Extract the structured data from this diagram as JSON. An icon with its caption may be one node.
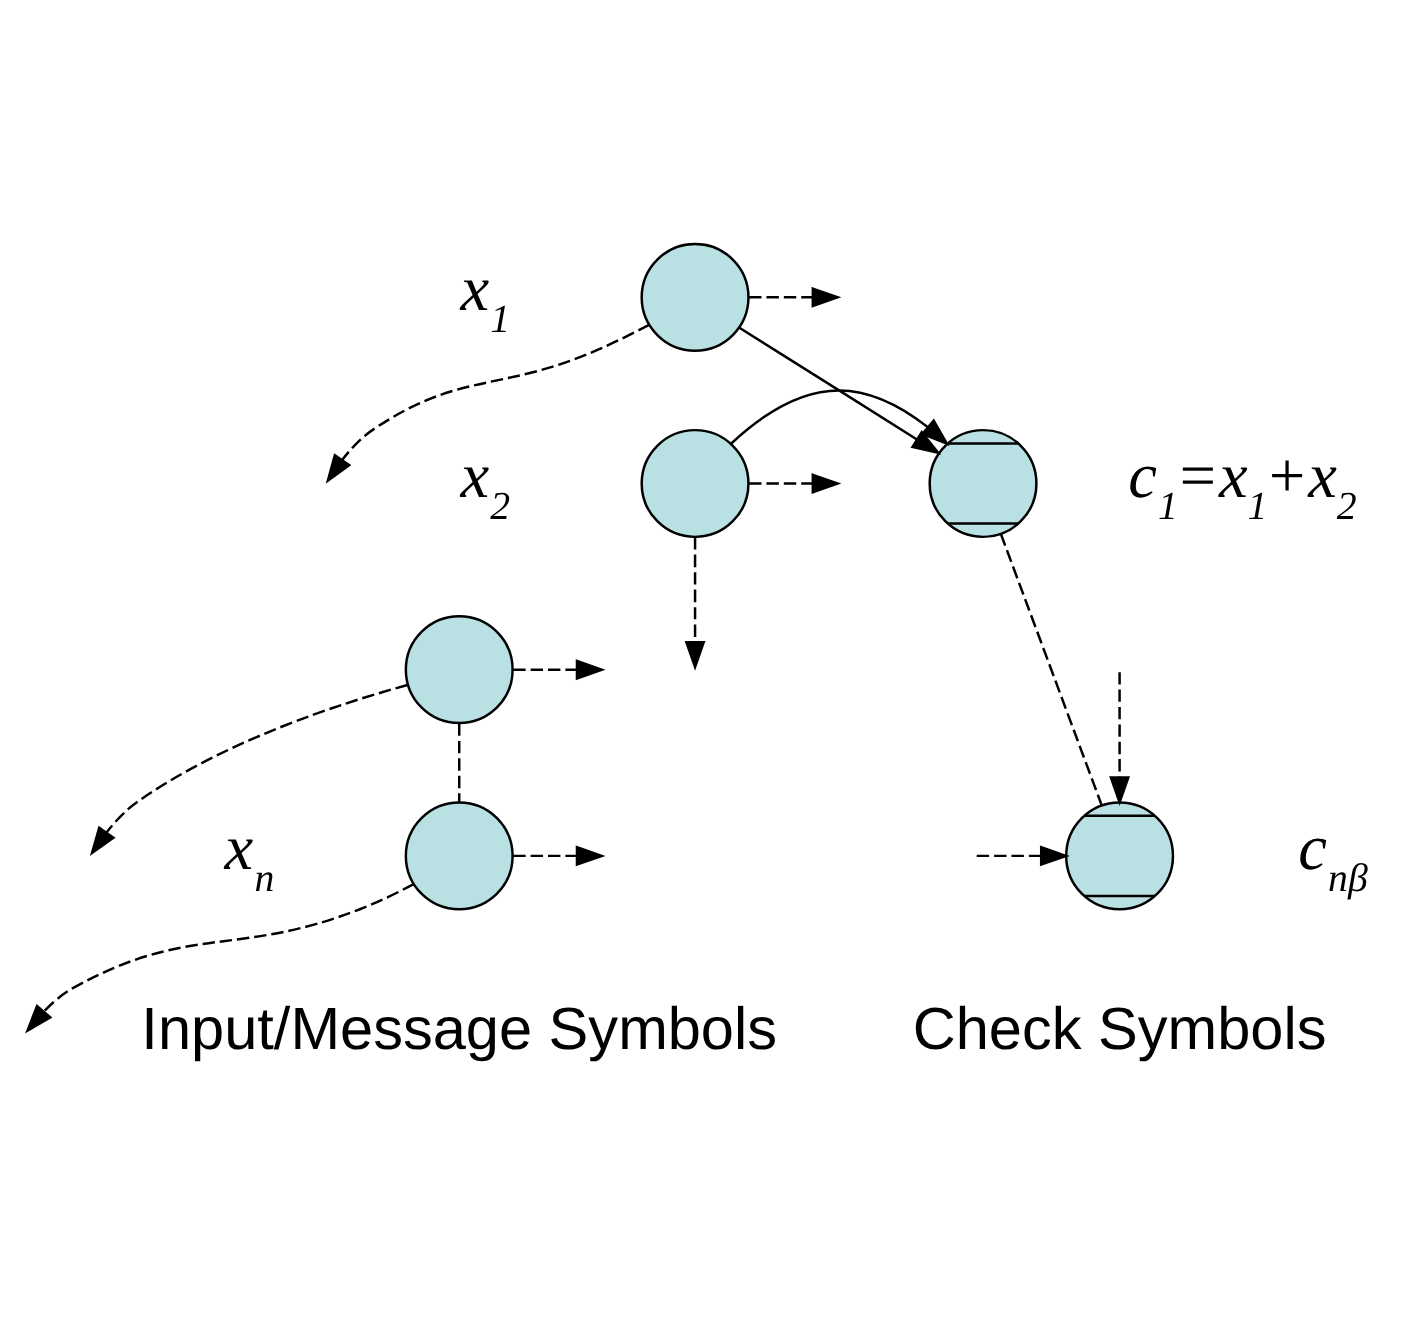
{
  "diagram": {
    "nodes": [
      {
        "text": [],
        "shape": "circle",
        "beside": [
          "x$_{1}$"
        ]
      },
      {
        "text": [],
        "shape": "circle",
        "beside": [
          "x$_{2}$"
        ]
      },
      {
        "text": [],
        "shape": "circle"
      },
      {
        "text": [],
        "shape": "circle",
        "beside": [
          "x$_{n}$"
        ]
      },
      {
        "text": [],
        "shape": "circle",
        "beside": [
          "c$_{1}$=x$_{1}$+x$_{2}$"
        ]
      },
      {
        "text": [],
        "shape": "circle",
        "beside": [
          "c$_{nβ}$"
        ]
      }
    ],
    "edges": [
      {
        "from": 0,
        "to": 4,
        "arrow": "to"
      },
      {
        "from": 1,
        "to": 4,
        "arrow": "to"
      },
      {
        "from": 0,
        "to": null,
        "arrow": "to",
        "style": "dashed"
      },
      {
        "from": 0,
        "to": null,
        "arrow": "to",
        "style": "dashed"
      },
      {
        "from": 1,
        "to": null,
        "arrow": "to",
        "style": "dashed"
      },
      {
        "from": 1,
        "to": null,
        "arrow": "to",
        "style": "dashed"
      },
      {
        "from": 2,
        "to": null,
        "arrow": "to",
        "style": "dashed"
      },
      {
        "from": 2,
        "to": null,
        "arrow": "to",
        "style": "dashed"
      },
      {
        "from": 2,
        "to": 3,
        "arrow": "none",
        "style": "dashed"
      },
      {
        "from": 3,
        "to": null,
        "arrow": "to",
        "style": "dashed"
      },
      {
        "from": 3,
        "to": null,
        "arrow": "to",
        "style": "dashed"
      },
      {
        "from": 4,
        "to": 5,
        "arrow": "none",
        "style": "dashed"
      },
      {
        "from": null,
        "to": 5,
        "arrow": "to",
        "style": "dashed"
      },
      {
        "from": null,
        "to": 5,
        "arrow": "to",
        "style": "dashed"
      }
    ],
    "labels": [
      "Input/Message Symbols",
      "Check Symbols"
    ]
  }
}
